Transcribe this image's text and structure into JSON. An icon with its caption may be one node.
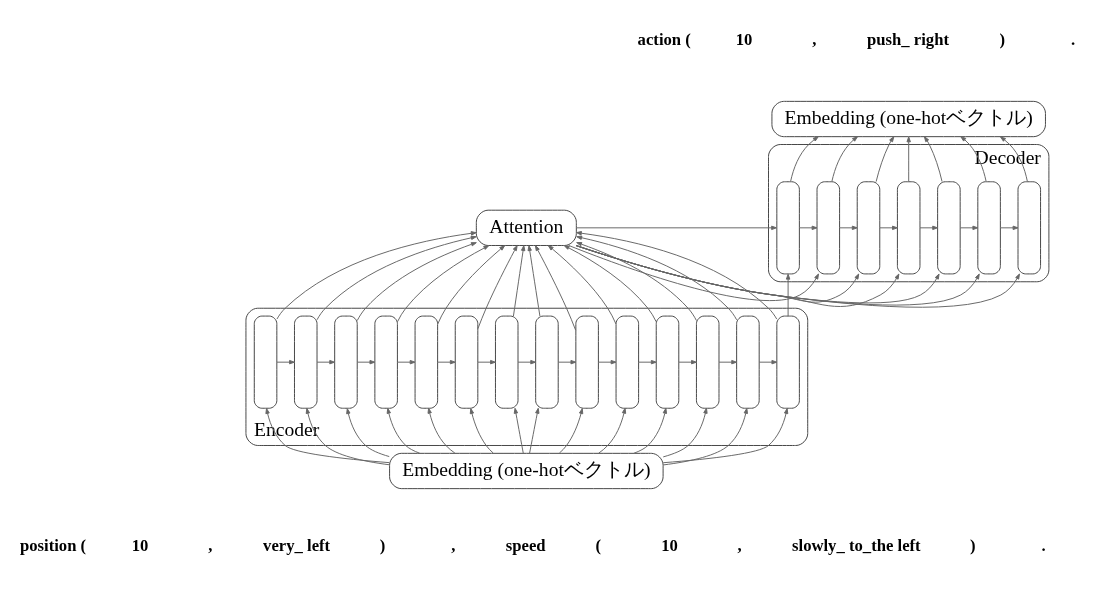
{
  "diagram": {
    "nodes": [
      {
        "text": [
          "Attention"
        ]
      },
      {
        "text": [
          "Embedding (one-hotベクトル)"
        ]
      },
      {
        "text": [
          "Encoder"
        ]
      },
      {
        "text": [],
        "shape": "box",
        "in": 2
      },
      {
        "text": [],
        "shape": "box",
        "in": 2
      },
      {
        "text": [],
        "shape": "box",
        "in": 2
      },
      {
        "text": [],
        "shape": "box",
        "in": 2
      },
      {
        "text": [],
        "shape": "box",
        "in": 2
      },
      {
        "text": [],
        "shape": "box",
        "in": 2
      },
      {
        "text": [],
        "shape": "box",
        "in": 2
      },
      {
        "text": [],
        "shape": "box",
        "in": 2
      },
      {
        "text": [],
        "shape": "box",
        "in": 2
      },
      {
        "text": [],
        "shape": "box",
        "in": 2
      },
      {
        "text": [],
        "shape": "box",
        "in": 2
      },
      {
        "text": [],
        "shape": "box",
        "in": 2
      },
      {
        "text": [],
        "shape": "box",
        "in": 2
      },
      {
        "text": [],
        "shape": "box",
        "in": 2
      },
      {
        "text": [
          "Decoder"
        ]
      },
      {
        "text": [],
        "shape": "box",
        "in": 17
      },
      {
        "text": [],
        "shape": "box",
        "in": 17
      },
      {
        "text": [],
        "shape": "box",
        "in": 17
      },
      {
        "text": [],
        "shape": "box",
        "in": 17
      },
      {
        "text": [],
        "shape": "box",
        "in": 17
      },
      {
        "text": [],
        "shape": "box",
        "in": 17
      },
      {
        "text": [],
        "shape": "box",
        "in": 17
      },
      {
        "text": [
          "Embedding (one-hotベクトル)"
        ]
      }
    ],
    "edges": [
      {
        "from": 25,
        "to": 3,
        "arrow": "to"
      },
      {
        "from": 25,
        "to": 4,
        "arrow": "to"
      },
      {
        "from": 25,
        "to": 5,
        "arrow": "to"
      },
      {
        "from": 25,
        "to": 6,
        "arrow": "to"
      },
      {
        "from": 25,
        "to": 7,
        "arrow": "to"
      },
      {
        "from": 25,
        "to": 8,
        "arrow": "to"
      },
      {
        "from": 25,
        "to": 9,
        "arrow": "to"
      },
      {
        "from": 25,
        "to": 10,
        "arrow": "to"
      },
      {
        "from": 25,
        "to": 11,
        "arrow": "to"
      },
      {
        "from": 25,
        "to": 12,
        "arrow": "to"
      },
      {
        "from": 25,
        "to": 13,
        "arrow": "to"
      },
      {
        "from": 25,
        "to": 14,
        "arrow": "to"
      },
      {
        "from": 25,
        "to": 15,
        "arrow": "to"
      },
      {
        "from": 25,
        "to": 16,
        "arrow": "to"
      },
      {
        "from": 3,
        "to": 4,
        "arrow": "to"
      },
      {
        "from": 4,
        "to": 5,
        "arrow": "to"
      },
      {
        "from": 5,
        "to": 6,
        "arrow": "to"
      },
      {
        "from": 6,
        "to": 7,
        "arrow": "to"
      },
      {
        "from": 7,
        "to": 8,
        "arrow": "to"
      },
      {
        "from": 8,
        "to": 9,
        "arrow": "to"
      },
      {
        "from": 9,
        "to": 10,
        "arrow": "to"
      },
      {
        "from": 10,
        "to": 11,
        "arrow": "to"
      },
      {
        "from": 11,
        "to": 12,
        "arrow": "to"
      },
      {
        "from": 12,
        "to": 13,
        "arrow": "to"
      },
      {
        "from": 13,
        "to": 14,
        "arrow": "to"
      },
      {
        "from": 14,
        "to": 15,
        "arrow": "to"
      },
      {
        "from": 15,
        "to": 16,
        "arrow": "to"
      },
      {
        "from": 16,
        "to": 18,
        "arrow": "to"
      },
      {
        "from": 18,
        "to": 19,
        "arrow": "to"
      },
      {
        "from": 19,
        "to": 20,
        "arrow": "to"
      },
      {
        "from": 20,
        "to": 21,
        "arrow": "to"
      },
      {
        "from": 21,
        "to": 22,
        "arrow": "to"
      },
      {
        "from": 22,
        "to": 23,
        "arrow": "to"
      },
      {
        "from": 23,
        "to": 24,
        "arrow": "to"
      },
      {
        "from": 3,
        "to": 0,
        "arrow": "to"
      },
      {
        "from": 4,
        "to": 0,
        "arrow": "to"
      },
      {
        "from": 5,
        "to": 0,
        "arrow": "to"
      },
      {
        "from": 6,
        "to": 0,
        "arrow": "to"
      },
      {
        "from": 7,
        "to": 0,
        "arrow": "to"
      },
      {
        "from": 8,
        "to": 0,
        "arrow": "to"
      },
      {
        "from": 9,
        "to": 0,
        "arrow": "to"
      },
      {
        "from": 10,
        "to": 0,
        "arrow": "to"
      },
      {
        "from": 11,
        "to": 0,
        "arrow": "to"
      },
      {
        "from": 12,
        "to": 0,
        "arrow": "to"
      },
      {
        "from": 13,
        "to": 0,
        "arrow": "to"
      },
      {
        "from": 14,
        "to": 0,
        "arrow": "to"
      },
      {
        "from": 15,
        "to": 0,
        "arrow": "to"
      },
      {
        "from": 16,
        "to": 0,
        "arrow": "to"
      },
      {
        "from": 0,
        "to": 18,
        "arrow": "to"
      },
      {
        "from": 0,
        "to": 19,
        "arrow": "to"
      },
      {
        "from": 0,
        "to": 20,
        "arrow": "to"
      },
      {
        "from": 0,
        "to": 21,
        "arrow": "to"
      },
      {
        "from": 0,
        "to": 22,
        "arrow": "to"
      },
      {
        "from": 0,
        "to": 23,
        "arrow": "to"
      },
      {
        "from": 0,
        "to": 24,
        "arrow": "to"
      },
      {
        "from": 18,
        "to": 1,
        "arrow": "to"
      },
      {
        "from": 19,
        "to": 1,
        "arrow": "to"
      },
      {
        "from": 20,
        "to": 1,
        "arrow": "to"
      },
      {
        "from": 21,
        "to": 1,
        "arrow": "to"
      },
      {
        "from": 22,
        "to": 1,
        "arrow": "to"
      },
      {
        "from": 23,
        "to": 1,
        "arrow": "to"
      },
      {
        "from": 24,
        "to": 1,
        "arrow": "to"
      }
    ],
    "labels": [
      "action (",
      "10",
      ",",
      "push_ right",
      ")",
      ".",
      "position (",
      "10",
      ",",
      "very_ left",
      ")",
      ",",
      "speed",
      "(",
      "10",
      ",",
      "slowly_ to_the left",
      ")",
      "."
    ]
  }
}
